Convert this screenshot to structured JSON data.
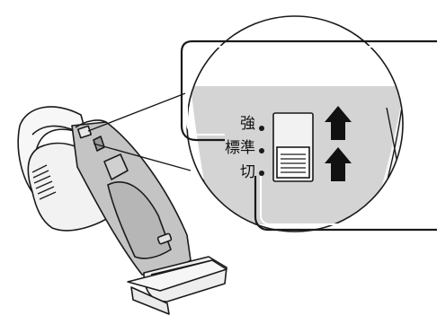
{
  "switch_labels": {
    "strong": "強",
    "standard": "標準",
    "off": "切"
  },
  "colors": {
    "panel_gray": "#d4d4d4",
    "outline": "#1a1a1a",
    "body_white": "#f7f7f7",
    "shade_gray": "#bdbdbd"
  },
  "icons": {
    "arrow": "arrow-up-icon",
    "switch": "slide-switch-icon"
  }
}
